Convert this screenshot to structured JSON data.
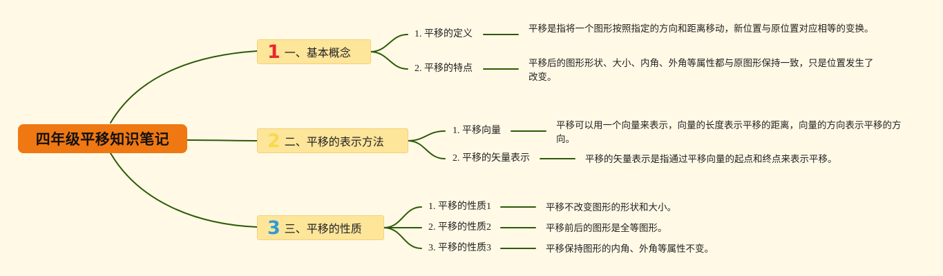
{
  "root": {
    "title": "四年级平移知识笔记"
  },
  "colors": {
    "background": "#fff9e6",
    "root": "#f07812",
    "branch": "#fde59a",
    "line": "#2b5a05"
  },
  "branches": [
    {
      "number": "1",
      "number_color": "#e8282d",
      "label": "一、基本概念",
      "topics": [
        {
          "label": "1. 平移的定义",
          "detail": "平移是指将一个图形按照指定的方向和距离移动，新位置与原位置对应相等的变换。"
        },
        {
          "label": "2. 平移的特点",
          "detail": "平移后的图形形状、大小、内角、外角等属性都与原图形保持一致，只是位置发生了改变。"
        }
      ]
    },
    {
      "number": "2",
      "number_color": "#f7d94c",
      "label": "二、平移的表示方法",
      "topics": [
        {
          "label": "1. 平移向量",
          "detail": "平移可以用一个向量来表示，向量的长度表示平移的距离，向量的方向表示平移的方向。"
        },
        {
          "label": "2. 平移的矢量表示",
          "detail": "平移的矢量表示是指通过平移向量的起点和终点来表示平移。"
        }
      ]
    },
    {
      "number": "3",
      "number_color": "#2f9bd6",
      "label": "三、平移的性质",
      "topics": [
        {
          "label": "1. 平移的性质1",
          "detail": "平移不改变图形的形状和大小。"
        },
        {
          "label": "2. 平移的性质2",
          "detail": "平移前后的图形是全等图形。"
        },
        {
          "label": "3. 平移的性质3",
          "detail": "平移保持图形的内角、外角等属性不变。"
        }
      ]
    }
  ]
}
